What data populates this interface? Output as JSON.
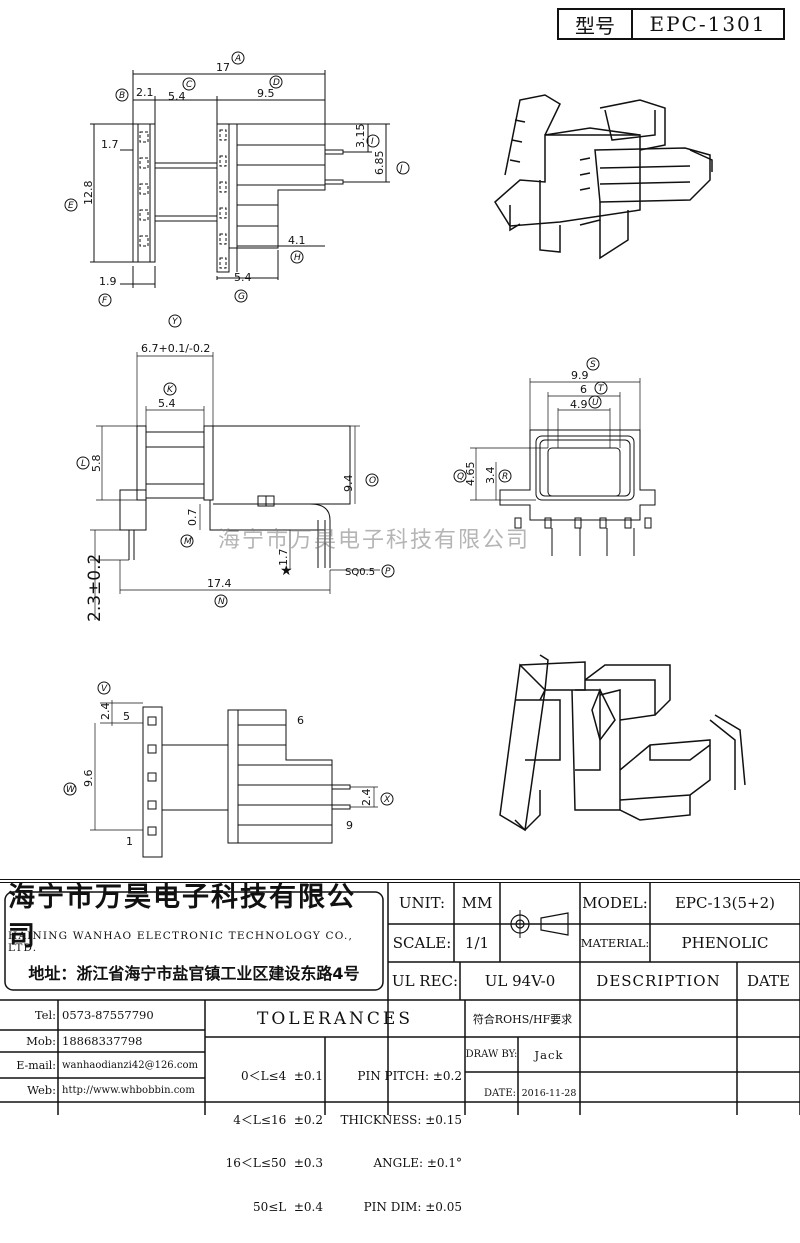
{
  "header": {
    "label_cn": "型号",
    "model": "EPC-1301"
  },
  "drawing": {
    "circles": [
      "A",
      "B",
      "C",
      "D",
      "E",
      "F",
      "G",
      "H",
      "I",
      "J",
      "K",
      "L",
      "M",
      "N",
      "O",
      "P",
      "Q",
      "R",
      "S",
      "T",
      "U",
      "V",
      "W",
      "X",
      "Y"
    ],
    "dims": {
      "top_width": "17",
      "top_left": "2.1",
      "top_mid": "5.4",
      "top_right": "9.5",
      "left_1": "1.7",
      "left_height": "12.8",
      "bottom_left": "1.9",
      "bottom_mid": "5.4",
      "right_4": "4.1",
      "pin_315": "3.15",
      "pin_685": "6.85",
      "side_tol": "6.7+0.1/-0.2",
      "side_54": "5.4",
      "side_58": "5.8",
      "side_94": "9.4",
      "side_07": "0.7",
      "side_17": "1.7",
      "side_174": "17.4",
      "side_sq": "SQ0.5",
      "side_23": "2.3±0.2",
      "front_99": "9.9",
      "front_6": "6",
      "front_49": "4.9",
      "front_465": "4.65",
      "front_34": "3.4",
      "bottom_24a": "2.4",
      "bottom_96": "9.6",
      "bottom_24b": "2.4",
      "pin5": "5",
      "pin6": "6",
      "pin1": "1",
      "pin9": "9"
    },
    "watermark": "海宁市万昊电子科技有限公司"
  },
  "title_block": {
    "company_cn": "海宁市万昊电子科技有限公司",
    "company_en": "HAINING WANHAO ELECTRONIC TECHNOLOGY CO., LTD.",
    "address": "地址：浙江省海宁市盐官镇工业区建设东路4号",
    "unit_label": "UNIT:",
    "unit_value": "MM",
    "scale_label": "SCALE:",
    "scale_value": "1/1",
    "ulrec_label": "UL REC:",
    "ulrec_value": "UL 94V-0",
    "model_label": "MODEL:",
    "model_value": "EPC-13(5+2)",
    "material_label": "MATERIAL:",
    "material_value": "PHENOLIC",
    "description_label": "DESCRIPTION",
    "date_label": "DATE",
    "tel_label": "Tel:",
    "tel_value": "0573-87557790",
    "mob_label": "Mob:",
    "mob_value": "18868337798",
    "email_label": "E-mail:",
    "email_value": "wanhaodianzi42@126.com",
    "web_label": "Web:",
    "web_value": "http://www.whbobbin.com",
    "tolerances_title": "TOLERANCES",
    "rohs": "符合ROHS/HF要求",
    "tol_rows": [
      "0＜L≤4  ±0.1",
      "4＜L≤16  ±0.2",
      "16＜L≤50  ±0.3",
      "50≤L  ±0.4"
    ],
    "tol_pin": [
      "PIN PITCH: ±0.2",
      "THICKNESS: ±0.15",
      "ANGLE: ±0.1°",
      "PIN DIM: ±0.05"
    ],
    "draw_by_label": "DRAW BY:",
    "draw_by_value": "Jack",
    "date_label2": "DATE:",
    "date_value": "2016-11-28"
  }
}
